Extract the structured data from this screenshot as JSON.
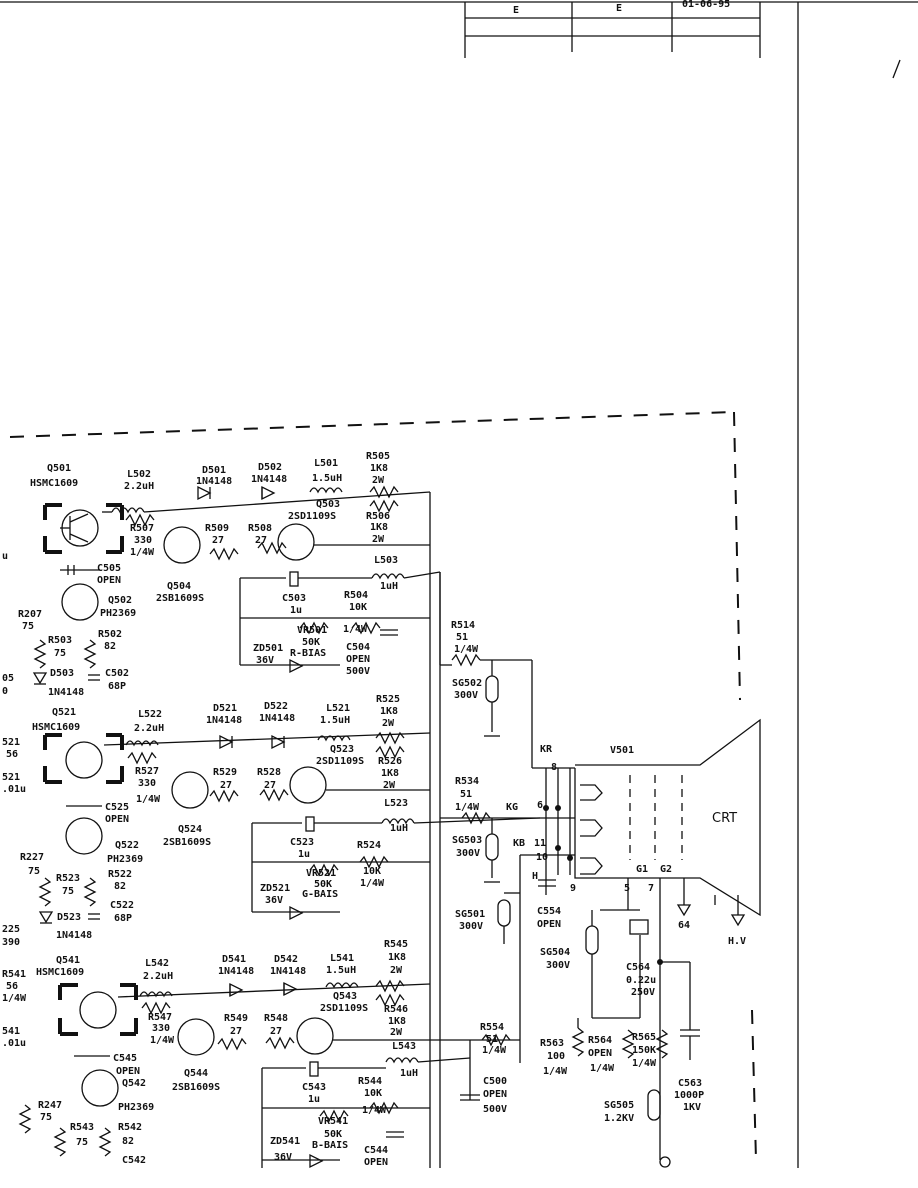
{
  "title_block": {
    "col1": "E",
    "col2": "E",
    "col3": "01-06-95"
  },
  "stages": [
    {
      "q_driver": {
        "ref": "Q501",
        "part": "HSMC1609"
      },
      "l_small": {
        "ref": "L502",
        "val": "2.2uH"
      },
      "r_base": {
        "ref": "R507",
        "val": "330",
        "watt": "1/4W"
      },
      "d1": {
        "ref": "D501",
        "part": "1N4148"
      },
      "d2": {
        "ref": "D502",
        "part": "1N4148"
      },
      "l_big": {
        "ref": "L501",
        "val": "1.5uH"
      },
      "r_top": {
        "ref": "R505",
        "val": "1K8",
        "watt": "2W"
      },
      "r_bot": {
        "ref": "R506",
        "val": "1K8",
        "watt": "2W"
      },
      "q_out": {
        "ref": "Q503",
        "part": "2SD1109S"
      },
      "r_a": {
        "ref": "R509",
        "val": "27"
      },
      "r_b": {
        "ref": "R508",
        "val": "27"
      },
      "q_pnp": {
        "ref": "Q504",
        "part": "2SB1609S"
      },
      "c_open": {
        "ref": "C505",
        "val": "OPEN"
      },
      "q_lo": {
        "ref": "Q502",
        "part": "PH2369"
      },
      "r_left": {
        "ref": "R207",
        "val": "75"
      },
      "r_e1": {
        "ref": "R503",
        "val": "75"
      },
      "r_e2": {
        "ref": "R502",
        "val": "82"
      },
      "diode": {
        "ref": "D503",
        "part": "1N4148"
      },
      "c_small": {
        "ref": "C502",
        "val": "68P"
      },
      "l_out": {
        "ref": "L503",
        "val": "1uH"
      },
      "c_elec": {
        "ref": "C503",
        "val": "1u"
      },
      "r_vr": {
        "ref": "R504",
        "val": "10K",
        "watt": "1/4W"
      },
      "vr": {
        "ref": "VR501",
        "val": "50K",
        "name": "R-BIAS"
      },
      "zd": {
        "ref": "ZD501",
        "val": "36V"
      },
      "c_open2": {
        "ref": "C504",
        "val": "OPEN",
        "volt": "500V"
      }
    },
    {
      "q_driver": {
        "ref": "Q521",
        "part": "HSMC1609"
      },
      "l_small": {
        "ref": "L522",
        "val": "2.2uH"
      },
      "r_base": {
        "ref": "R527",
        "val": "330",
        "watt": "1/4W"
      },
      "d1": {
        "ref": "D521",
        "part": "1N4148"
      },
      "d2": {
        "ref": "D522",
        "part": "1N4148"
      },
      "l_big": {
        "ref": "L521",
        "val": "1.5uH"
      },
      "r_top": {
        "ref": "R525",
        "val": "1K8",
        "watt": "2W"
      },
      "r_bot": {
        "ref": "R526",
        "val": "1K8",
        "watt": "2W"
      },
      "q_out": {
        "ref": "Q523",
        "part": "2SD1109S"
      },
      "r_a": {
        "ref": "R529",
        "val": "27"
      },
      "r_b": {
        "ref": "R528",
        "val": "27"
      },
      "q_pnp": {
        "ref": "Q524",
        "part": "2SB1609S"
      },
      "c_open": {
        "ref": "C525",
        "val": "OPEN"
      },
      "q_lo": {
        "ref": "Q522",
        "part": "PH2369"
      },
      "r_left": {
        "ref": "R227",
        "val": "75"
      },
      "r_e1": {
        "ref": "R523",
        "val": "75"
      },
      "r_e2": {
        "ref": "R522",
        "val": "82"
      },
      "diode": {
        "ref": "D523",
        "part": "1N4148"
      },
      "c_small": {
        "ref": "C522",
        "val": "68P"
      },
      "l_out": {
        "ref": "L523",
        "val": "1uH"
      },
      "c_elec": {
        "ref": "C523",
        "val": "1u"
      },
      "r_vr": {
        "ref": "R524",
        "val": "10K",
        "watt": "1/4W"
      },
      "vr": {
        "ref": "VR521",
        "val": "50K",
        "name": "G-BAIS"
      },
      "zd": {
        "ref": "ZD521",
        "val": "36V"
      },
      "c_open2": {
        "ref": "",
        "val": "",
        "volt": ""
      }
    },
    {
      "q_driver": {
        "ref": "Q541",
        "part": "HSMC1609"
      },
      "l_small": {
        "ref": "L542",
        "val": "2.2uH"
      },
      "r_base": {
        "ref": "R547",
        "val": "330",
        "watt": "1/4W"
      },
      "d1": {
        "ref": "D541",
        "part": "1N4148"
      },
      "d2": {
        "ref": "D542",
        "part": "1N4148"
      },
      "l_big": {
        "ref": "L541",
        "val": "1.5uH"
      },
      "r_top": {
        "ref": "R545",
        "val": "1K8",
        "watt": "2W"
      },
      "r_bot": {
        "ref": "R546",
        "val": "1K8",
        "watt": "2W"
      },
      "q_out": {
        "ref": "Q543",
        "part": "2SD1109S"
      },
      "r_a": {
        "ref": "R549",
        "val": "27"
      },
      "r_b": {
        "ref": "R548",
        "val": "27"
      },
      "q_pnp": {
        "ref": "Q544",
        "part": "2SB1609S"
      },
      "c_open": {
        "ref": "C545",
        "val": "OPEN"
      },
      "q_lo": {
        "ref": "Q542",
        "part": "PH2369"
      },
      "r_left": {
        "ref": "R247",
        "val": "75"
      },
      "r_e1": {
        "ref": "R543",
        "val": "75"
      },
      "r_e2": {
        "ref": "R542",
        "val": "82"
      },
      "diode": {
        "ref": "",
        "part": ""
      },
      "c_small": {
        "ref": "C542",
        "val": ""
      },
      "l_out": {
        "ref": "L543",
        "val": "1uH"
      },
      "c_elec": {
        "ref": "C543",
        "val": "1u"
      },
      "r_vr": {
        "ref": "R544",
        "val": "10K",
        "watt": "1/4W"
      },
      "vr": {
        "ref": "VR541",
        "val": "50K",
        "name": "B-BAIS"
      },
      "zd": {
        "ref": "ZD541",
        "val": "36V"
      },
      "c_open2": {
        "ref": "C544",
        "val": "OPEN",
        "volt": ""
      }
    }
  ],
  "left_edge": {
    "s1": [
      "u",
      "05",
      "0"
    ],
    "s2": [
      "521",
      "56",
      "521",
      ".01u",
      "225",
      "390"
    ],
    "s3": [
      "R541",
      "56",
      "1/4W",
      "541",
      ".01u"
    ]
  },
  "right_side": {
    "r514": {
      "ref": "R514",
      "val": "51",
      "watt": "1/4W"
    },
    "r534": {
      "ref": "R534",
      "val": "51",
      "watt": "1/4W"
    },
    "r554": {
      "ref": "R554",
      "val": "51",
      "watt": "1/4W"
    },
    "sg502": {
      "ref": "SG502",
      "val": "300V"
    },
    "sg503": {
      "ref": "SG503",
      "val": "300V"
    },
    "sg501": {
      "ref": "SG501",
      "val": "300V"
    },
    "sg504": {
      "ref": "SG504",
      "val": "300V"
    },
    "sg505": {
      "ref": "SG505",
      "val": "1.2KV"
    },
    "c554": {
      "ref": "C554",
      "val": "OPEN"
    },
    "c564": {
      "ref": "C564",
      "val": "0.22u",
      "volt": "250V"
    },
    "c500": {
      "ref": "C500",
      "val": "OPEN",
      "volt": "500V"
    },
    "c563": {
      "ref": "C563",
      "val": "1000P",
      "volt": "1KV"
    },
    "r563": {
      "ref": "R563",
      "val": "100",
      "watt": "1/4W"
    },
    "r564": {
      "ref": "R564",
      "val": "OPEN",
      "watt": "1/4W"
    },
    "r565": {
      "ref": "R565",
      "val": "150K",
      "watt": "1/4W"
    }
  },
  "crt": {
    "ref": "V501",
    "label": "CRT",
    "kr": "KR",
    "kg": "KG",
    "kb": "KB",
    "pin8": "8",
    "pin6": "6",
    "pin11": "11",
    "pin10": "10",
    "pin9": "9",
    "pin5": "5",
    "pin7": "7",
    "h": "H",
    "g1": "G1",
    "g2": "G2",
    "p64": "64",
    "hv": "H.V"
  }
}
